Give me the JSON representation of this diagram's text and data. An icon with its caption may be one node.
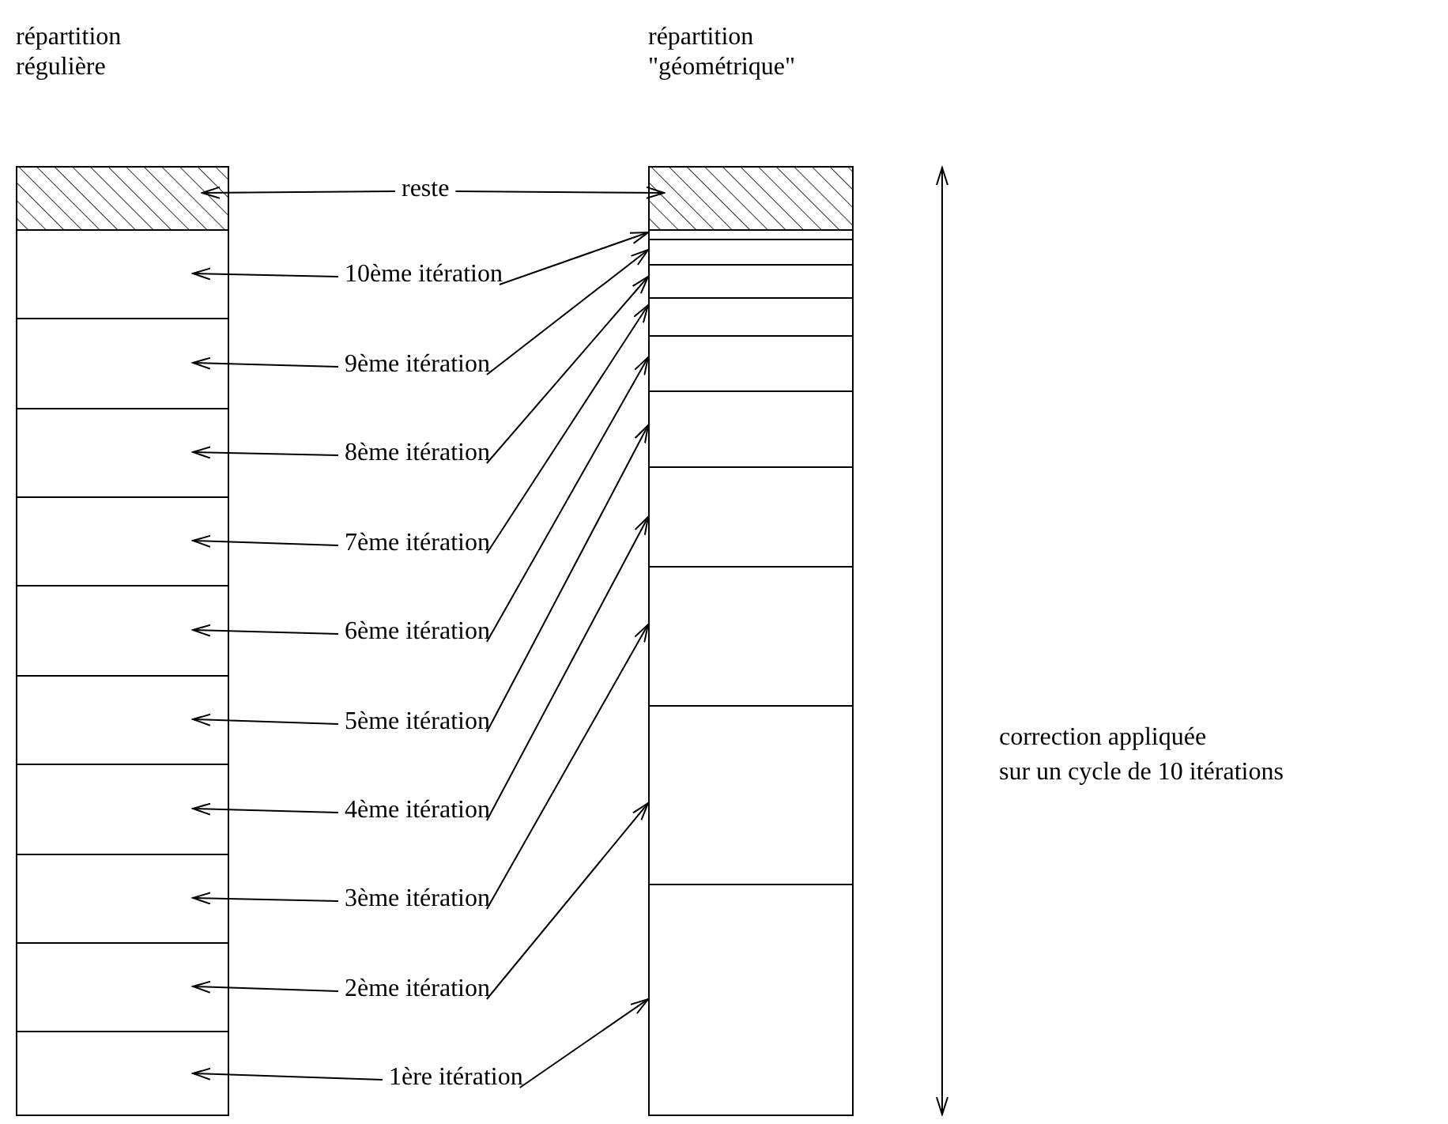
{
  "diagram": {
    "nodes": [
      {
        "text": [
          "répartition régulière"
        ]
      },
      {
        "text": [],
        "shape": "box",
        "in": 0
      },
      {
        "text": [],
        "shape": "box",
        "in": 0
      },
      {
        "text": [],
        "shape": "box",
        "in": 0
      },
      {
        "text": [],
        "shape": "box",
        "in": 0
      },
      {
        "text": [],
        "shape": "box",
        "in": 0
      },
      {
        "text": [],
        "shape": "box",
        "in": 0
      },
      {
        "text": [],
        "shape": "box",
        "in": 0
      },
      {
        "text": [],
        "shape": "box",
        "in": 0
      },
      {
        "text": [],
        "shape": "box",
        "in": 0
      },
      {
        "text": [],
        "shape": "box",
        "in": 0
      },
      {
        "text": [],
        "shape": "box",
        "in": 0
      },
      {
        "text": [
          "répartition \"géométrique\""
        ]
      },
      {
        "text": [],
        "shape": "box",
        "in": 12
      },
      {
        "text": [],
        "shape": "box",
        "in": 12
      },
      {
        "text": [],
        "shape": "box",
        "in": 12
      },
      {
        "text": [],
        "shape": "box",
        "in": 12
      },
      {
        "text": [],
        "shape": "box",
        "in": 12
      },
      {
        "text": [],
        "shape": "box",
        "in": 12
      },
      {
        "text": [],
        "shape": "box",
        "in": 12
      },
      {
        "text": [],
        "shape": "box",
        "in": 12
      },
      {
        "text": [],
        "shape": "box",
        "in": 12
      },
      {
        "text": [],
        "shape": "box",
        "in": 12
      },
      {
        "text": [],
        "shape": "box",
        "in": 12
      },
      {
        "text": [
          "reste"
        ]
      },
      {
        "text": [
          "10ème itération"
        ]
      },
      {
        "text": [
          "9ème itération"
        ]
      },
      {
        "text": [
          "8ème itération"
        ]
      },
      {
        "text": [
          "7ème itération"
        ]
      },
      {
        "text": [
          "6ème itération"
        ]
      },
      {
        "text": [
          "5ème itération"
        ]
      },
      {
        "text": [
          "4ème itération"
        ]
      },
      {
        "text": [
          "3ème itération"
        ]
      },
      {
        "text": [
          "2ème itération"
        ]
      },
      {
        "text": [
          "1ère itération"
        ]
      }
    ],
    "edges": [
      {
        "from": 24,
        "to": 1,
        "arrow": "to"
      },
      {
        "from": 24,
        "to": 13,
        "arrow": "to"
      },
      {
        "from": 25,
        "to": 2,
        "arrow": "to"
      },
      {
        "from": 25,
        "to": 14,
        "arrow": "to"
      },
      {
        "from": 26,
        "to": 3,
        "arrow": "to"
      },
      {
        "from": 26,
        "to": 15,
        "arrow": "to"
      },
      {
        "from": 27,
        "to": 4,
        "arrow": "to"
      },
      {
        "from": 27,
        "to": 16,
        "arrow": "to"
      },
      {
        "from": 28,
        "to": 5,
        "arrow": "to"
      },
      {
        "from": 28,
        "to": 17,
        "arrow": "to"
      },
      {
        "from": 29,
        "to": 6,
        "arrow": "to"
      },
      {
        "from": 29,
        "to": 18,
        "arrow": "to"
      },
      {
        "from": 30,
        "to": 7,
        "arrow": "to"
      },
      {
        "from": 30,
        "to": 19,
        "arrow": "to"
      },
      {
        "from": 31,
        "to": 8,
        "arrow": "to"
      },
      {
        "from": 31,
        "to": 20,
        "arrow": "to"
      },
      {
        "from": 32,
        "to": 9,
        "arrow": "to"
      },
      {
        "from": 32,
        "to": 21,
        "arrow": "to"
      },
      {
        "from": 33,
        "to": 10,
        "arrow": "to"
      },
      {
        "from": 33,
        "to": 22,
        "arrow": "to"
      },
      {
        "from": 34,
        "to": 11,
        "arrow": "to"
      },
      {
        "from": 34,
        "to": 23,
        "arrow": "to"
      }
    ],
    "labels": [
      "correction appliquée",
      "sur un cycle de 10 itérations"
    ]
  }
}
